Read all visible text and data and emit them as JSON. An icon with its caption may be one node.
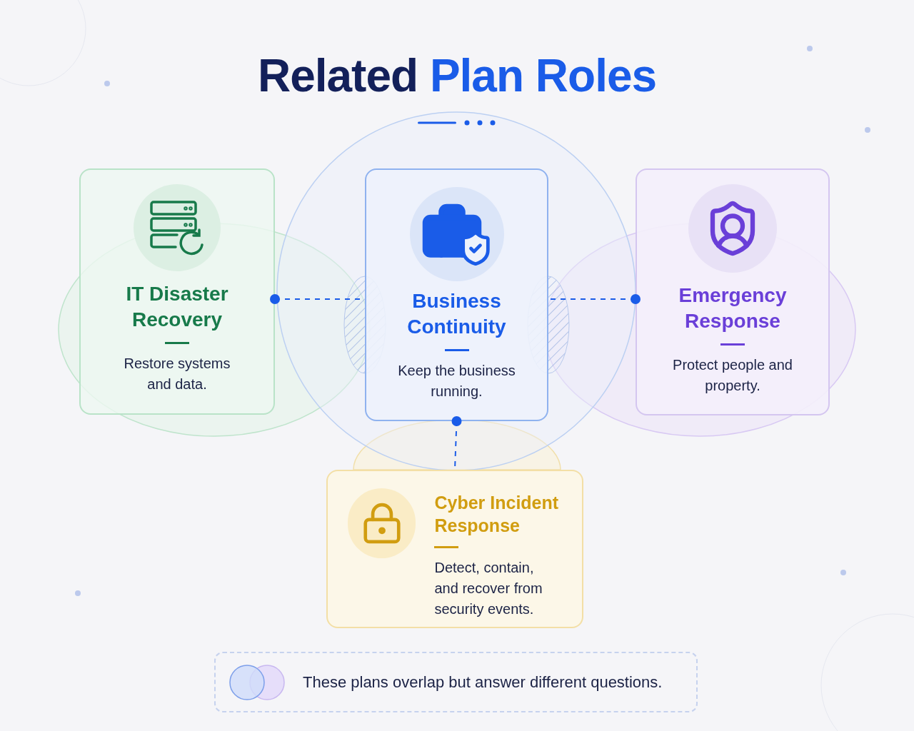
{
  "diagram": {
    "title": "Related **Plan Roles**",
    "nodes": [
      {
        "text": [
          "IT Disaster Recovery",
          "Restore systems and data."
        ]
      },
      {
        "text": [
          "Business Continuity",
          "Keep the business running."
        ]
      },
      {
        "text": [
          "Emergency Response",
          "Protect people and property."
        ]
      },
      {
        "text": [
          "Cyber Incident Response",
          "Detect, contain, and recover from security events."
        ]
      },
      {
        "text": [
          "These plans overlap but answer different questions."
        ]
      }
    ],
    "edges": [
      {
        "from": 0,
        "to": 1,
        "arrow": "other",
        "style": "dashed"
      },
      {
        "from": 2,
        "to": 1,
        "arrow": "other",
        "style": "dashed"
      },
      {
        "from": 1,
        "to": 3,
        "arrow": "other",
        "style": "dashed"
      }
    ]
  }
}
